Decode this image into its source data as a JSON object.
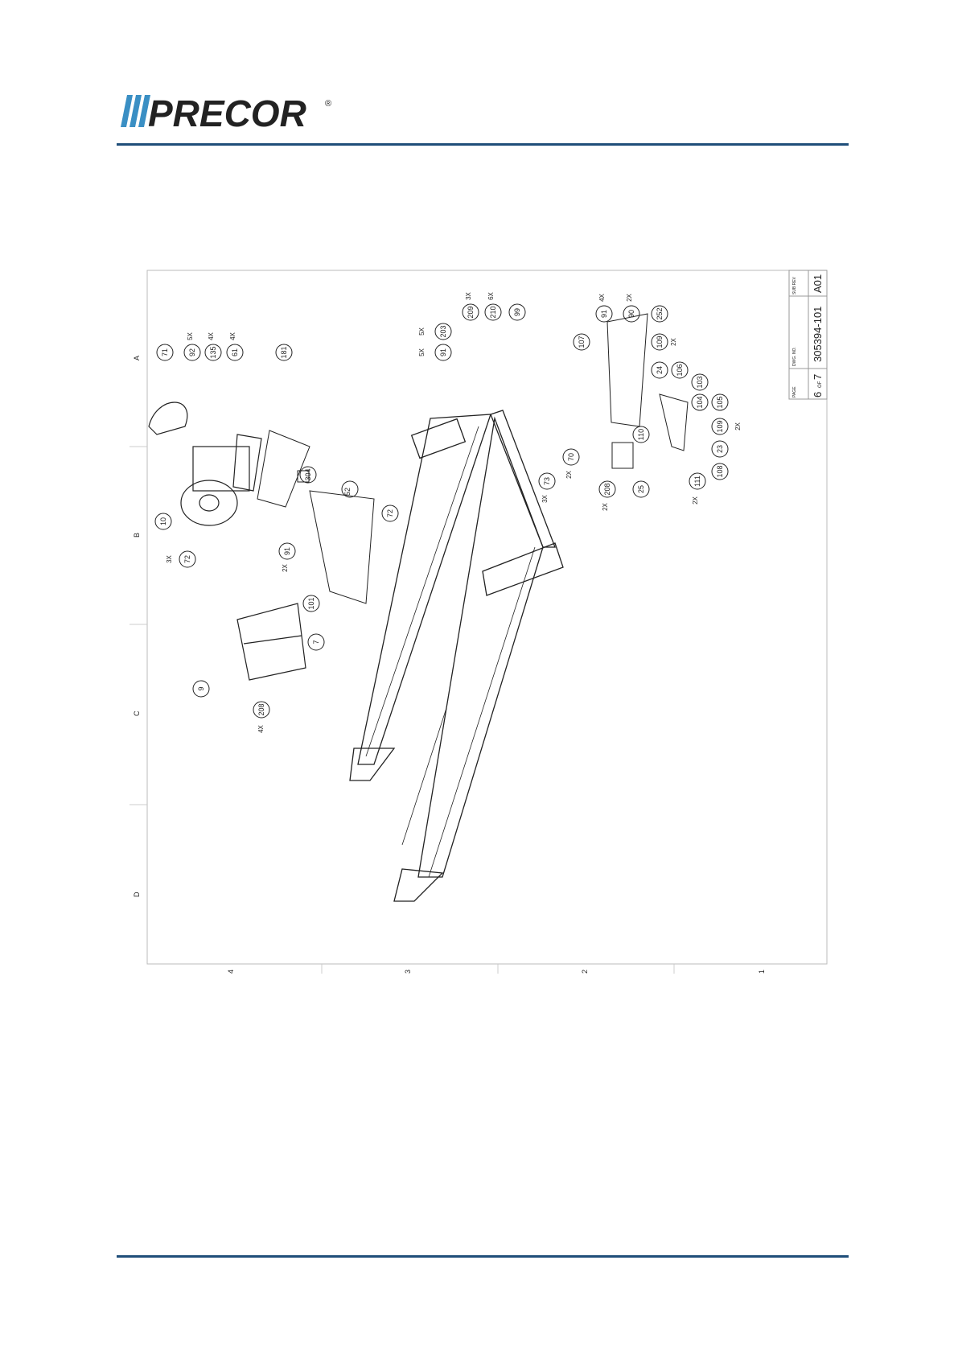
{
  "header": {
    "logo_text": "PRECOR",
    "registered_mark": "®"
  },
  "drawing": {
    "zone_letters": [
      "A",
      "B",
      "C",
      "D"
    ],
    "zone_numbers": [
      "4",
      "3",
      "2",
      "1"
    ],
    "title_block": {
      "page_label": "PAGE",
      "page_value": "6",
      "page_of": "OF",
      "page_total": "7",
      "dwg_label": "DWG. NO.",
      "dwg_value": "305394-101",
      "rev_label": "SUB REV",
      "rev_value": "A01"
    },
    "callouts": [
      {
        "num": "71"
      },
      {
        "num": "92",
        "qty": "5X"
      },
      {
        "num": "135",
        "qty": "4X"
      },
      {
        "num": "61",
        "qty": "4X"
      },
      {
        "num": "181"
      },
      {
        "num": "10"
      },
      {
        "num": "72",
        "qty": "3X"
      },
      {
        "num": "304"
      },
      {
        "num": "52"
      },
      {
        "num": "91",
        "qty": "2X"
      },
      {
        "num": "101"
      },
      {
        "num": "7"
      },
      {
        "num": "9"
      },
      {
        "num": "208",
        "qty": "4X"
      },
      {
        "num": "72"
      },
      {
        "num": "91",
        "qty": "5X"
      },
      {
        "num": "203",
        "qty": "5X"
      },
      {
        "num": "209",
        "qty": "3X"
      },
      {
        "num": "210",
        "qty": "6X"
      },
      {
        "num": "99"
      },
      {
        "num": "70",
        "qty": "2X"
      },
      {
        "num": "73",
        "qty": "3X"
      },
      {
        "num": "107"
      },
      {
        "num": "91",
        "qty": "4X"
      },
      {
        "num": "90",
        "qty": "2X"
      },
      {
        "num": "252"
      },
      {
        "num": "109",
        "qty": "2X"
      },
      {
        "num": "24"
      },
      {
        "num": "106"
      },
      {
        "num": "103"
      },
      {
        "num": "104"
      },
      {
        "num": "105"
      },
      {
        "num": "109",
        "qty": "2X"
      },
      {
        "num": "23"
      },
      {
        "num": "108"
      },
      {
        "num": "111",
        "qty": "2X"
      },
      {
        "num": "110"
      },
      {
        "num": "25"
      },
      {
        "num": "208",
        "qty": "2X"
      }
    ]
  }
}
